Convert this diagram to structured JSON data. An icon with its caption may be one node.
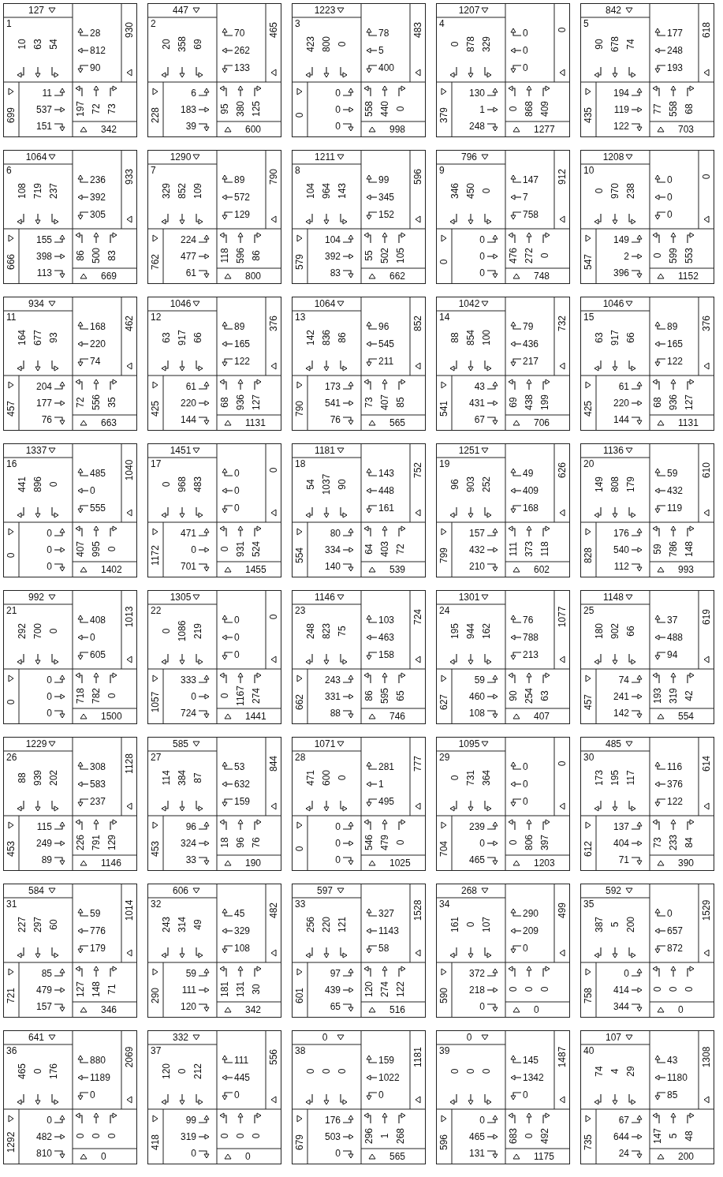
{
  "diagram": {
    "nodes": [
      {
        "text": [
          "1",
          "127",
          "10",
          "63",
          "54",
          "28",
          "812",
          "90",
          "930",
          "699",
          "11",
          "537",
          "151",
          "197",
          "72",
          "73",
          "342"
        ]
      },
      {
        "text": [
          "2",
          "447",
          "20",
          "358",
          "69",
          "70",
          "262",
          "133",
          "465",
          "228",
          "6",
          "183",
          "39",
          "95",
          "380",
          "125",
          "600"
        ]
      },
      {
        "text": [
          "3",
          "1223",
          "423",
          "800",
          "0",
          "78",
          "5",
          "400",
          "483",
          "0",
          "0",
          "0",
          "0",
          "558",
          "440",
          "0",
          "998"
        ]
      },
      {
        "text": [
          "4",
          "1207",
          "0",
          "878",
          "329",
          "0",
          "0",
          "0",
          "0",
          "379",
          "130",
          "1",
          "248",
          "0",
          "868",
          "409",
          "1277"
        ]
      },
      {
        "text": [
          "5",
          "842",
          "90",
          "678",
          "74",
          "177",
          "248",
          "193",
          "618",
          "435",
          "194",
          "119",
          "122",
          "77",
          "558",
          "68",
          "703"
        ]
      },
      {
        "text": [
          "6",
          "1064",
          "108",
          "719",
          "237",
          "236",
          "392",
          "305",
          "933",
          "666",
          "155",
          "398",
          "113",
          "86",
          "500",
          "83",
          "669"
        ]
      },
      {
        "text": [
          "7",
          "1290",
          "329",
          "852",
          "109",
          "89",
          "572",
          "129",
          "790",
          "762",
          "224",
          "477",
          "61",
          "118",
          "596",
          "86",
          "800"
        ]
      },
      {
        "text": [
          "8",
          "1211",
          "104",
          "964",
          "143",
          "99",
          "345",
          "152",
          "596",
          "579",
          "104",
          "392",
          "83",
          "55",
          "502",
          "105",
          "662"
        ]
      },
      {
        "text": [
          "9",
          "796",
          "346",
          "450",
          "0",
          "147",
          "7",
          "758",
          "912",
          "0",
          "0",
          "0",
          "0",
          "476",
          "272",
          "0",
          "748"
        ]
      },
      {
        "text": [
          "10",
          "1208",
          "0",
          "970",
          "238",
          "0",
          "0",
          "0",
          "0",
          "547",
          "149",
          "2",
          "396",
          "0",
          "599",
          "553",
          "1152"
        ]
      },
      {
        "text": [
          "11",
          "934",
          "164",
          "677",
          "93",
          "168",
          "220",
          "74",
          "462",
          "457",
          "204",
          "177",
          "76",
          "72",
          "556",
          "35",
          "663"
        ]
      },
      {
        "text": [
          "12",
          "1046",
          "63",
          "917",
          "66",
          "89",
          "165",
          "122",
          "376",
          "425",
          "61",
          "220",
          "144",
          "68",
          "936",
          "127",
          "1131"
        ]
      },
      {
        "text": [
          "13",
          "1064",
          "142",
          "836",
          "86",
          "96",
          "545",
          "211",
          "852",
          "790",
          "173",
          "541",
          "76",
          "73",
          "407",
          "85",
          "565"
        ]
      },
      {
        "text": [
          "14",
          "1042",
          "88",
          "854",
          "100",
          "79",
          "436",
          "217",
          "732",
          "541",
          "43",
          "431",
          "67",
          "69",
          "438",
          "199",
          "706"
        ]
      },
      {
        "text": [
          "15",
          "1046",
          "63",
          "917",
          "66",
          "89",
          "165",
          "122",
          "376",
          "425",
          "61",
          "220",
          "144",
          "68",
          "936",
          "127",
          "1131"
        ]
      },
      {
        "text": [
          "16",
          "1337",
          "441",
          "896",
          "0",
          "485",
          "0",
          "555",
          "1040",
          "0",
          "0",
          "0",
          "0",
          "407",
          "995",
          "0",
          "1402"
        ]
      },
      {
        "text": [
          "17",
          "1451",
          "0",
          "968",
          "483",
          "0",
          "0",
          "0",
          "0",
          "1172",
          "471",
          "0",
          "701",
          "0",
          "931",
          "524",
          "1455"
        ]
      },
      {
        "text": [
          "18",
          "1181",
          "54",
          "1037",
          "90",
          "143",
          "448",
          "161",
          "752",
          "554",
          "80",
          "334",
          "140",
          "64",
          "403",
          "72",
          "539"
        ]
      },
      {
        "text": [
          "19",
          "1251",
          "96",
          "903",
          "252",
          "49",
          "409",
          "168",
          "626",
          "799",
          "157",
          "432",
          "210",
          "111",
          "373",
          "118",
          "602"
        ]
      },
      {
        "text": [
          "20",
          "1136",
          "149",
          "808",
          "179",
          "59",
          "432",
          "119",
          "610",
          "828",
          "176",
          "540",
          "112",
          "59",
          "786",
          "148",
          "993"
        ]
      },
      {
        "text": [
          "21",
          "992",
          "292",
          "700",
          "0",
          "408",
          "0",
          "605",
          "1013",
          "0",
          "0",
          "0",
          "0",
          "718",
          "782",
          "0",
          "1500"
        ]
      },
      {
        "text": [
          "22",
          "1305",
          "0",
          "1086",
          "219",
          "0",
          "0",
          "0",
          "0",
          "1057",
          "333",
          "0",
          "724",
          "0",
          "1167",
          "274",
          "1441"
        ]
      },
      {
        "text": [
          "23",
          "1146",
          "248",
          "823",
          "75",
          "103",
          "463",
          "158",
          "724",
          "662",
          "243",
          "331",
          "88",
          "86",
          "595",
          "65",
          "746"
        ]
      },
      {
        "text": [
          "24",
          "1301",
          "195",
          "944",
          "162",
          "76",
          "788",
          "213",
          "1077",
          "627",
          "59",
          "460",
          "108",
          "90",
          "254",
          "63",
          "407"
        ]
      },
      {
        "text": [
          "25",
          "1148",
          "180",
          "902",
          "66",
          "37",
          "488",
          "94",
          "619",
          "457",
          "74",
          "241",
          "142",
          "193",
          "319",
          "42",
          "554"
        ]
      },
      {
        "text": [
          "26",
          "1229",
          "88",
          "939",
          "202",
          "308",
          "583",
          "237",
          "1128",
          "453",
          "115",
          "249",
          "89",
          "226",
          "791",
          "129",
          "1146"
        ]
      },
      {
        "text": [
          "27",
          "585",
          "114",
          "384",
          "87",
          "53",
          "632",
          "159",
          "844",
          "453",
          "96",
          "324",
          "33",
          "18",
          "96",
          "76",
          "190"
        ]
      },
      {
        "text": [
          "28",
          "1071",
          "471",
          "600",
          "0",
          "281",
          "1",
          "495",
          "777",
          "0",
          "0",
          "0",
          "0",
          "546",
          "479",
          "0",
          "1025"
        ]
      },
      {
        "text": [
          "29",
          "1095",
          "0",
          "731",
          "364",
          "0",
          "0",
          "0",
          "0",
          "704",
          "239",
          "0",
          "465",
          "0",
          "806",
          "397",
          "1203"
        ]
      },
      {
        "text": [
          "30",
          "485",
          "173",
          "195",
          "117",
          "116",
          "376",
          "122",
          "614",
          "612",
          "137",
          "404",
          "71",
          "73",
          "233",
          "84",
          "390"
        ]
      },
      {
        "text": [
          "31",
          "584",
          "227",
          "297",
          "60",
          "59",
          "776",
          "179",
          "1014",
          "721",
          "85",
          "479",
          "157",
          "127",
          "148",
          "71",
          "346"
        ]
      },
      {
        "text": [
          "32",
          "606",
          "243",
          "314",
          "49",
          "45",
          "329",
          "108",
          "482",
          "290",
          "59",
          "111",
          "120",
          "181",
          "131",
          "30",
          "342"
        ]
      },
      {
        "text": [
          "33",
          "597",
          "256",
          "220",
          "121",
          "327",
          "1143",
          "58",
          "1528",
          "601",
          "97",
          "439",
          "65",
          "120",
          "274",
          "122",
          "516"
        ]
      },
      {
        "text": [
          "34",
          "268",
          "161",
          "0",
          "107",
          "290",
          "209",
          "0",
          "499",
          "590",
          "372",
          "218",
          "0",
          "0",
          "0",
          "0",
          "0"
        ]
      },
      {
        "text": [
          "35",
          "592",
          "387",
          "5",
          "200",
          "0",
          "657",
          "872",
          "1529",
          "758",
          "0",
          "414",
          "344",
          "0",
          "0",
          "0",
          "0"
        ]
      },
      {
        "text": [
          "36",
          "641",
          "465",
          "0",
          "176",
          "880",
          "1189",
          "0",
          "2069",
          "1292",
          "0",
          "482",
          "810",
          "0",
          "0",
          "0",
          "0"
        ]
      },
      {
        "text": [
          "37",
          "332",
          "120",
          "0",
          "212",
          "111",
          "445",
          "0",
          "556",
          "418",
          "99",
          "319",
          "0",
          "0",
          "0",
          "0",
          "0"
        ]
      },
      {
        "text": [
          "38",
          "0",
          "0",
          "0",
          "0",
          "159",
          "1022",
          "0",
          "1181",
          "679",
          "176",
          "503",
          "0",
          "296",
          "1",
          "268",
          "565"
        ]
      },
      {
        "text": [
          "39",
          "0",
          "0",
          "0",
          "0",
          "145",
          "1342",
          "0",
          "1487",
          "596",
          "0",
          "465",
          "131",
          "683",
          "0",
          "492",
          "1175"
        ]
      },
      {
        "text": [
          "40",
          "107",
          "74",
          "4",
          "29",
          "43",
          "1180",
          "85",
          "1308",
          "735",
          "67",
          "644",
          "24",
          "147",
          "5",
          "48",
          "200"
        ]
      }
    ]
  }
}
